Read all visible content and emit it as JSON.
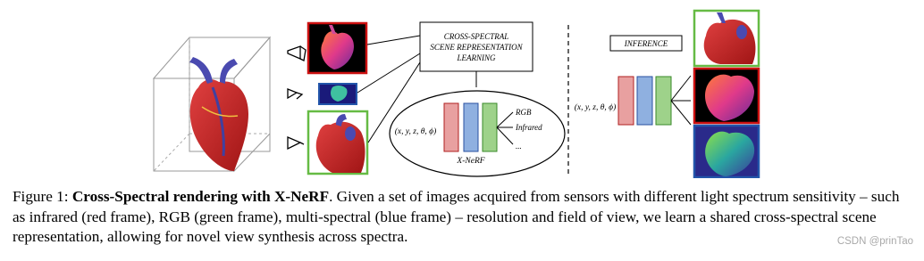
{
  "figure": {
    "learning_box_lines": [
      "CROSS-SPECTRAL",
      "SCENE REPRESENTATION",
      "LEARNING"
    ],
    "inference_label": "INFERENCE",
    "input_coords": "(x, y, z, θ, ϕ)",
    "inference_coords": "(x, y, z, θ, ϕ)",
    "network_label": "X-NeRF",
    "outputs": [
      "RGB",
      "Infrared",
      "..."
    ],
    "colors": {
      "red_frame": "#cc1111",
      "green_frame": "#66bb44",
      "blue_frame": "#2255aa",
      "net_red": "#e8a0a0",
      "net_blue": "#8fb0e0",
      "net_green": "#9ed28a"
    }
  },
  "caption": {
    "prefix": "Figure 1: ",
    "title": "Cross-Spectral rendering with X-NeRF",
    "body": ". Given a set of images acquired from sensors with different light spectrum sensitivity – such as infrared (red frame), RGB (green frame), multi-spectral (blue frame) – resolution and field of view, we learn a shared cross-spectral scene representation, allowing for novel view synthesis across spectra."
  },
  "watermark": "CSDN @prinTao"
}
